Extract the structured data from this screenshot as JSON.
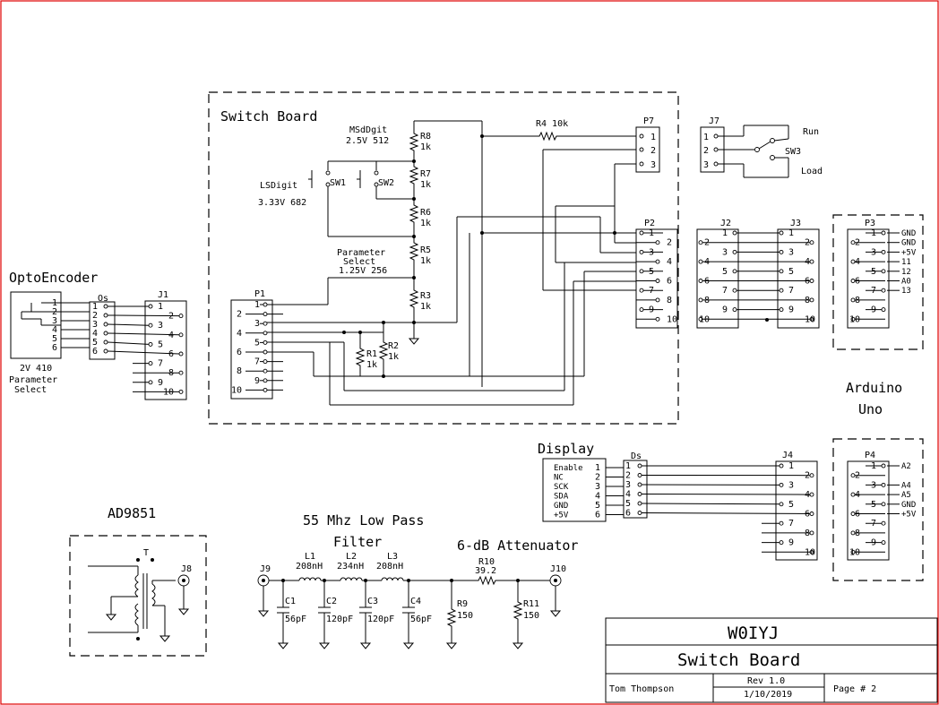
{
  "sections": {
    "switch_board": "Switch Board",
    "opto_encoder": "OptoEncoder",
    "arduino": "Arduino",
    "uno": "Uno",
    "display": "Display",
    "ad9851": "AD9851",
    "lpf_line1": "55 Mhz Low Pass",
    "lpf_line2": "Filter",
    "attenuator": "6-dB Attenuator"
  },
  "labels": {
    "msd_line1": "MSdDgit",
    "msd_line2": "2.5V 512",
    "lsd_line1": "LSDigit",
    "lsd_line2": "3.33V 682",
    "param_line1": "Parameter",
    "param_line2": "Select",
    "param_line3": "1.25V 256",
    "opto_v": "2V 410",
    "opto_p1": "Parameter",
    "opto_p2": "Select",
    "run": "Run",
    "load": "Load"
  },
  "components": {
    "r8": "R8",
    "r8v": "1k",
    "r7": "R7",
    "r7v": "1k",
    "r6": "R6",
    "r6v": "1k",
    "r5": "R5",
    "r5v": "1k",
    "r3": "R3",
    "r3v": "1k",
    "r1": "R1",
    "r1v": "1k",
    "r2": "R2",
    "r2v": "1k",
    "r4": "R4 10k",
    "sw1": "SW1",
    "sw2": "SW2",
    "sw3": "SW3",
    "l1": "L1",
    "l1v": "208nH",
    "l2": "L2",
    "l2v": "234nH",
    "l3": "L3",
    "l3v": "208nH",
    "c1": "C1",
    "c1v": "56pF",
    "c2": "C2",
    "c2v": "120pF",
    "c3": "C3",
    "c3v": "120pF",
    "c4": "C4",
    "c4v": "56pF",
    "r9": "R9",
    "r9v": "150",
    "r10": "R10",
    "r10v": "39.2",
    "r11": "R11",
    "r11v": "150",
    "t": "T",
    "j8": "J8",
    "j9": "J9",
    "j10": "J10"
  },
  "connectors": {
    "p1": "P1",
    "p2": "P2",
    "p3": "P3",
    "p4": "P4",
    "p7": "P7",
    "j1": "J1",
    "j2": "J2",
    "j3": "J3",
    "j4": "J4",
    "j7": "J7",
    "os": "Os",
    "ds": "Ds"
  },
  "pins10": [
    "1",
    "2",
    "3",
    "4",
    "5",
    "6",
    "7",
    "8",
    "9",
    "10"
  ],
  "pins6": [
    "1",
    "2",
    "3",
    "4",
    "5",
    "6"
  ],
  "pins3": [
    "1",
    "2",
    "3"
  ],
  "p3_signals": [
    "GND",
    "GND",
    "+5V",
    "11",
    "12",
    "A0",
    "13"
  ],
  "p4_signals": [
    "A2",
    "",
    "A4",
    "A5",
    "GND",
    "+5V"
  ],
  "display_signals": [
    "Enable",
    "NC",
    "SCK",
    "SDA",
    "GND",
    "+5V"
  ],
  "title_block": {
    "callsign": "W0IYJ",
    "title": "Switch Board",
    "author": "Tom Thompson",
    "rev": "Rev 1.0",
    "date": "1/10/2019",
    "page": "Page # 2"
  }
}
